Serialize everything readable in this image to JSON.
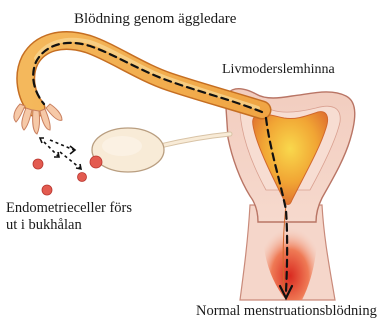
{
  "labels": {
    "tube_bleeding": "Blödning genom äggledare",
    "endometrium": "Livmoderslemhinna",
    "cells_line1": "Endometrieceller förs",
    "cells_line2": "ut i bukhålan",
    "normal": "Normal menstruationsblödning"
  },
  "colors": {
    "tube_outer": "#e9973a",
    "tube_inner": "#f7c872",
    "uterus_outer": "#f0c9bd",
    "uterus_wall": "#f7ddd2",
    "lining": "#f0a030",
    "lining_core": "#f8d050",
    "blood": "#e8645a",
    "ovary": "#f8ebd7",
    "cell": "#e35b50",
    "path": "#111111"
  }
}
